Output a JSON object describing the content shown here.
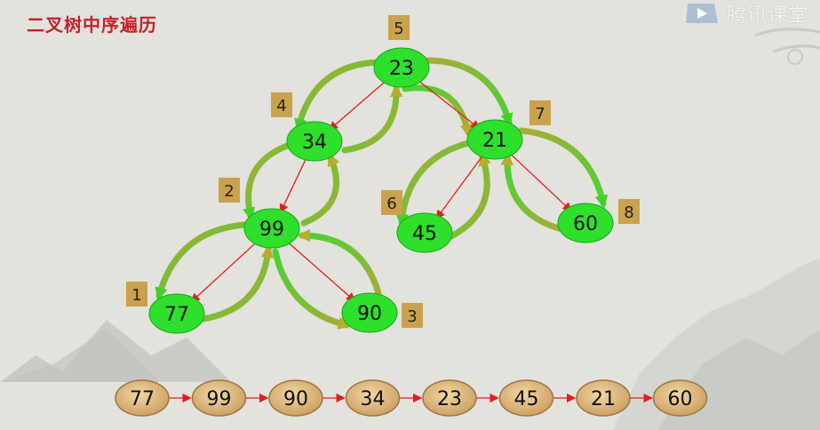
{
  "title": "二叉树中序遍历",
  "watermark": {
    "text": "腾讯课堂",
    "icon": "play-logo-icon"
  },
  "tree": {
    "nodes": [
      {
        "id": "n23",
        "value": "23",
        "order": "5"
      },
      {
        "id": "n34",
        "value": "34",
        "order": "4"
      },
      {
        "id": "n21",
        "value": "21",
        "order": "7"
      },
      {
        "id": "n99",
        "value": "99",
        "order": "2"
      },
      {
        "id": "n45",
        "value": "45",
        "order": "6"
      },
      {
        "id": "n60",
        "value": "60",
        "order": "8"
      },
      {
        "id": "n77",
        "value": "77",
        "order": "1"
      },
      {
        "id": "n90",
        "value": "90",
        "order": "3"
      }
    ],
    "edges": [
      [
        "n23",
        "n34"
      ],
      [
        "n23",
        "n21"
      ],
      [
        "n34",
        "n99"
      ],
      [
        "n99",
        "n77"
      ],
      [
        "n99",
        "n90"
      ],
      [
        "n21",
        "n45"
      ],
      [
        "n21",
        "n60"
      ]
    ]
  },
  "sequence": [
    "77",
    "99",
    "90",
    "34",
    "23",
    "45",
    "21",
    "60"
  ],
  "colors": {
    "node_fill": "#2ee02c",
    "edge": "#e02020",
    "order_box": "#caa24e",
    "seq_fill": "#d8b27a",
    "seq_stroke": "#9c7644",
    "arrow_green": "#3fd12a",
    "arrow_olive": "#b7ad2e",
    "title": "#c8202a"
  }
}
